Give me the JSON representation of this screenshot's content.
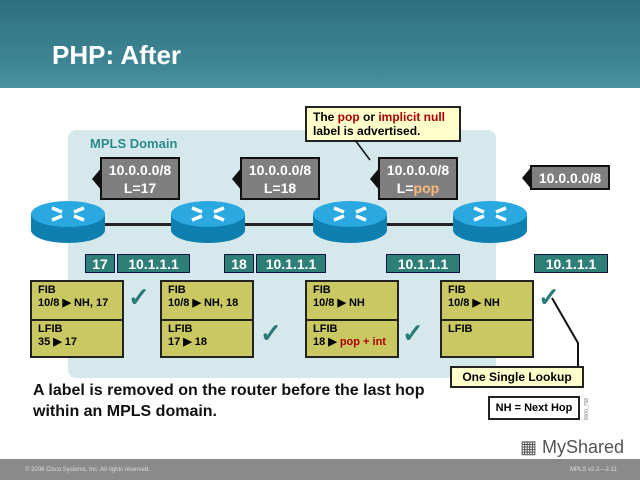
{
  "title": "PHP: After",
  "domain_label": "MPLS Domain",
  "callout": {
    "p1": "The ",
    "pop": "pop",
    "p2": " or ",
    "null": "implicit null",
    "p3": "label is advertised."
  },
  "bubbles": [
    {
      "prefix": "10.0.0.0/8",
      "label": "L=17"
    },
    {
      "prefix": "10.0.0.0/8",
      "label": "L=18"
    },
    {
      "prefix": "10.0.0.0/8",
      "label_prefix": "L=",
      "label_pop": "pop"
    },
    {
      "prefix": "10.0.0.0/8"
    }
  ],
  "packets": [
    {
      "label": "17",
      "ip": "10.1.1.1"
    },
    {
      "label": "18",
      "ip": "10.1.1.1"
    },
    {
      "ip": "10.1.1.1"
    },
    {
      "ip": "10.1.1.1"
    }
  ],
  "tables": [
    {
      "fib": "FIB",
      "fib_entry": "10/8 ▶ NH, 17",
      "lfib": "LFIB",
      "lfib_entry": "35 ▶ 17"
    },
    {
      "fib": "FIB",
      "fib_entry": "10/8 ▶ NH, 18",
      "lfib": "LFIB",
      "lfib_entry": "17 ▶ 18"
    },
    {
      "fib": "FIB",
      "fib_entry": "10/8 ▶ NH",
      "lfib": "LFIB",
      "lfib_entry": "18 ▶ ",
      "lfib_action": "pop + int"
    },
    {
      "fib": "FIB",
      "fib_entry": "10/8 ▶ NH",
      "lfib": "LFIB"
    }
  ],
  "check": "✓",
  "lookup_note": "One Single Lookup",
  "legend": "NH = Next Hop",
  "main_text": "A label is removed on the router before the last hop within an MPLS domain.",
  "fig_id": "0000_798",
  "footer": {
    "copyright": "© 2006 Cisco Systems, Inc. All rights reserved.",
    "course": "MPLS v2.2—2-11",
    "watermark": "MyShared"
  }
}
